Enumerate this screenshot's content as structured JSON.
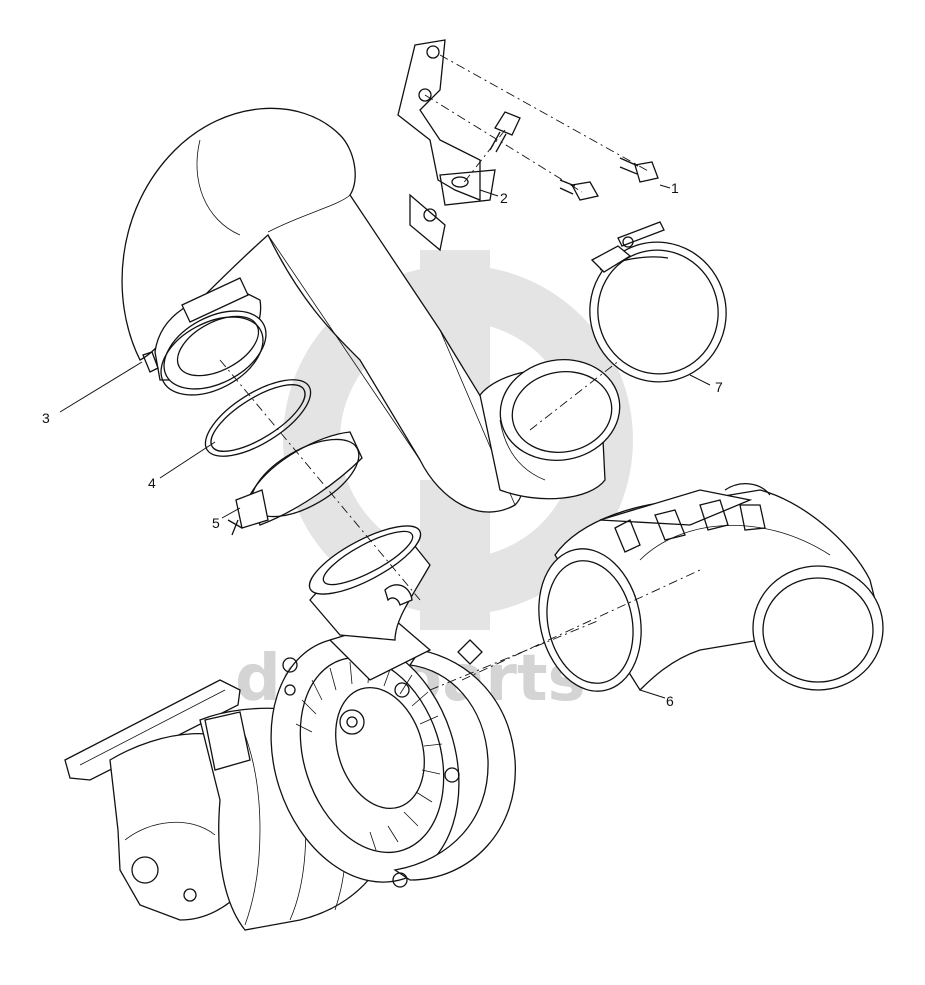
{
  "diagram": {
    "watermark": "dda-parts",
    "callouts": [
      {
        "id": "callout-1",
        "label": "1"
      },
      {
        "id": "callout-2",
        "label": "2"
      },
      {
        "id": "callout-3",
        "label": "3"
      },
      {
        "id": "callout-4",
        "label": "4"
      },
      {
        "id": "callout-5",
        "label": "5"
      },
      {
        "id": "callout-6",
        "label": "6"
      },
      {
        "id": "callout-7",
        "label": "7"
      }
    ]
  }
}
